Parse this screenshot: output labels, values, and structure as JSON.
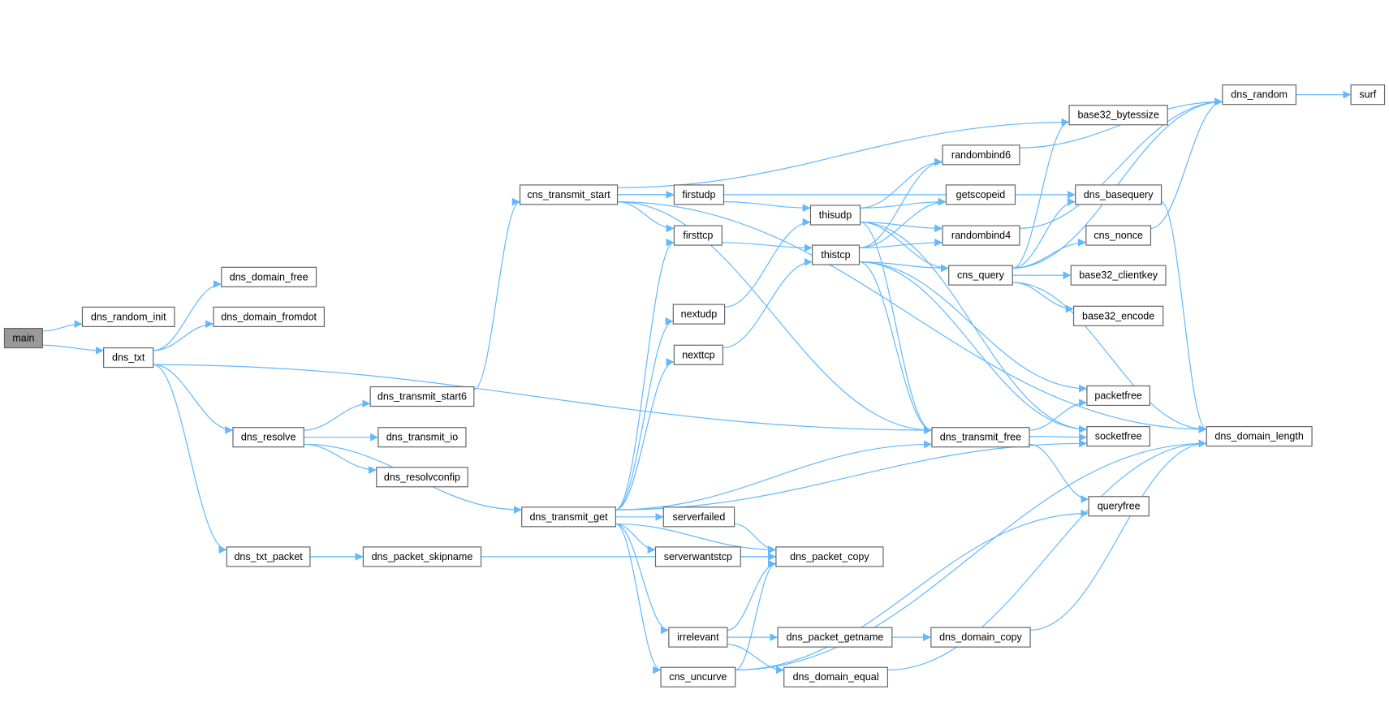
{
  "graph": {
    "title": "Call graph",
    "colors": {
      "edge": "#63b8ff",
      "root_fill": "#999999",
      "node_border": "#666666"
    },
    "root": "main",
    "nodes": [
      "main",
      "dns_random_init",
      "dns_txt",
      "dns_domain_free",
      "dns_domain_fromdot",
      "dns_resolve",
      "dns_txt_packet",
      "dns_transmit_start6",
      "dns_transmit_io",
      "dns_resolvconfip",
      "dns_packet_skipname",
      "cns_transmit_start",
      "dns_transmit_get",
      "firstudp",
      "firsttcp",
      "nextudp",
      "nexttcp",
      "serverfailed",
      "serverwantstcp",
      "irrelevant",
      "cns_uncurve",
      "thisudp",
      "thistcp",
      "dns_packet_copy",
      "dns_packet_getname",
      "dns_domain_equal",
      "randombind6",
      "getscopeid",
      "randombind4",
      "cns_query",
      "dns_transmit_free",
      "dns_domain_copy",
      "base32_bytessize",
      "dns_basequery",
      "cns_nonce",
      "base32_clientkey",
      "base32_encode",
      "packetfree",
      "socketfree",
      "queryfree",
      "dns_random",
      "surf",
      "dns_domain_length"
    ],
    "edges": [
      [
        "main",
        "dns_random_init"
      ],
      [
        "main",
        "dns_txt"
      ],
      [
        "dns_txt",
        "dns_domain_free"
      ],
      [
        "dns_txt",
        "dns_domain_fromdot"
      ],
      [
        "dns_txt",
        "dns_resolve"
      ],
      [
        "dns_txt",
        "dns_txt_packet"
      ],
      [
        "dns_txt",
        "dns_transmit_free"
      ],
      [
        "dns_resolve",
        "dns_transmit_start6"
      ],
      [
        "dns_resolve",
        "dns_transmit_io"
      ],
      [
        "dns_resolve",
        "dns_resolvconfip"
      ],
      [
        "dns_resolve",
        "dns_transmit_get"
      ],
      [
        "dns_txt_packet",
        "dns_packet_skipname"
      ],
      [
        "dns_txt_packet",
        "dns_packet_copy"
      ],
      [
        "dns_transmit_start6",
        "cns_transmit_start"
      ],
      [
        "cns_transmit_start",
        "firstudp"
      ],
      [
        "cns_transmit_start",
        "firsttcp"
      ],
      [
        "cns_transmit_start",
        "base32_bytessize"
      ],
      [
        "cns_transmit_start",
        "dns_basequery"
      ],
      [
        "cns_transmit_start",
        "dns_domain_length"
      ],
      [
        "cns_transmit_start",
        "dns_transmit_free"
      ],
      [
        "dns_transmit_get",
        "firsttcp"
      ],
      [
        "dns_transmit_get",
        "nextudp"
      ],
      [
        "dns_transmit_get",
        "nexttcp"
      ],
      [
        "dns_transmit_get",
        "dns_transmit_free"
      ],
      [
        "dns_transmit_get",
        "socketfree"
      ],
      [
        "dns_transmit_get",
        "serverfailed"
      ],
      [
        "dns_transmit_get",
        "serverwantstcp"
      ],
      [
        "dns_transmit_get",
        "irrelevant"
      ],
      [
        "dns_transmit_get",
        "cns_uncurve"
      ],
      [
        "dns_transmit_get",
        "dns_packet_copy"
      ],
      [
        "firstudp",
        "thisudp"
      ],
      [
        "firsttcp",
        "thistcp"
      ],
      [
        "nextudp",
        "thisudp"
      ],
      [
        "nexttcp",
        "thistcp"
      ],
      [
        "thisudp",
        "randombind6"
      ],
      [
        "thisudp",
        "getscopeid"
      ],
      [
        "thisudp",
        "randombind4"
      ],
      [
        "thisudp",
        "cns_query"
      ],
      [
        "thisudp",
        "dns_transmit_free"
      ],
      [
        "thisudp",
        "socketfree"
      ],
      [
        "thistcp",
        "randombind6"
      ],
      [
        "thistcp",
        "getscopeid"
      ],
      [
        "thistcp",
        "randombind4"
      ],
      [
        "thistcp",
        "cns_query"
      ],
      [
        "thistcp",
        "packetfree"
      ],
      [
        "thistcp",
        "dns_transmit_free"
      ],
      [
        "thistcp",
        "socketfree"
      ],
      [
        "randombind6",
        "dns_random"
      ],
      [
        "randombind4",
        "dns_random"
      ],
      [
        "cns_query",
        "dns_random"
      ],
      [
        "cns_query",
        "base32_bytessize"
      ],
      [
        "cns_query",
        "dns_basequery"
      ],
      [
        "cns_query",
        "cns_nonce"
      ],
      [
        "cns_query",
        "base32_clientkey"
      ],
      [
        "cns_query",
        "base32_encode"
      ],
      [
        "cns_query",
        "dns_domain_length"
      ],
      [
        "cns_nonce",
        "dns_random"
      ],
      [
        "dns_basequery",
        "dns_domain_length"
      ],
      [
        "dns_random",
        "surf"
      ],
      [
        "dns_transmit_free",
        "packetfree"
      ],
      [
        "dns_transmit_free",
        "socketfree"
      ],
      [
        "dns_transmit_free",
        "queryfree"
      ],
      [
        "serverfailed",
        "dns_packet_copy"
      ],
      [
        "serverwantstcp",
        "dns_packet_copy"
      ],
      [
        "irrelevant",
        "dns_packet_copy"
      ],
      [
        "irrelevant",
        "dns_packet_getname"
      ],
      [
        "irrelevant",
        "dns_domain_equal"
      ],
      [
        "cns_uncurve",
        "queryfree"
      ],
      [
        "cns_uncurve",
        "dns_domain_length"
      ],
      [
        "cns_uncurve",
        "dns_packet_copy"
      ],
      [
        "dns_packet_getname",
        "dns_domain_copy"
      ],
      [
        "dns_domain_copy",
        "dns_domain_length"
      ],
      [
        "dns_domain_equal",
        "dns_domain_length"
      ]
    ]
  }
}
